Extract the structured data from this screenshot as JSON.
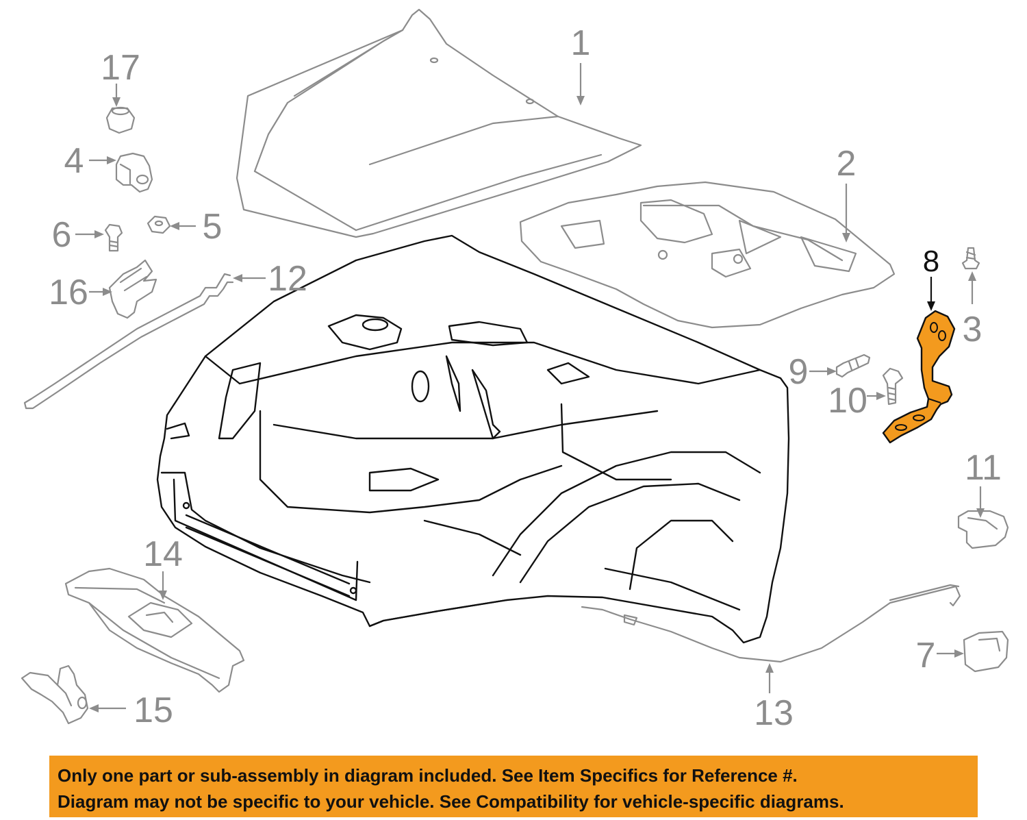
{
  "diagram": {
    "callouts": [
      {
        "id": "1",
        "label": "1"
      },
      {
        "id": "2",
        "label": "2"
      },
      {
        "id": "3",
        "label": "3"
      },
      {
        "id": "4",
        "label": "4"
      },
      {
        "id": "5",
        "label": "5"
      },
      {
        "id": "6",
        "label": "6"
      },
      {
        "id": "7",
        "label": "7"
      },
      {
        "id": "8",
        "label": "8",
        "highlighted": true
      },
      {
        "id": "9",
        "label": "9"
      },
      {
        "id": "10",
        "label": "10"
      },
      {
        "id": "11",
        "label": "11"
      },
      {
        "id": "12",
        "label": "12"
      },
      {
        "id": "13",
        "label": "13"
      },
      {
        "id": "14",
        "label": "14"
      },
      {
        "id": "15",
        "label": "15"
      },
      {
        "id": "16",
        "label": "16"
      },
      {
        "id": "17",
        "label": "17"
      }
    ],
    "highlight_color": "#f39a1e",
    "part_color": "#8c8c8c"
  },
  "disclaimer": {
    "line1": "Only one part or sub-assembly in diagram included. See Item Specifics for Reference #.",
    "line2": "Diagram may not be specific to your vehicle. See Compatibility for vehicle-specific diagrams.",
    "background": "#f39a1e"
  }
}
